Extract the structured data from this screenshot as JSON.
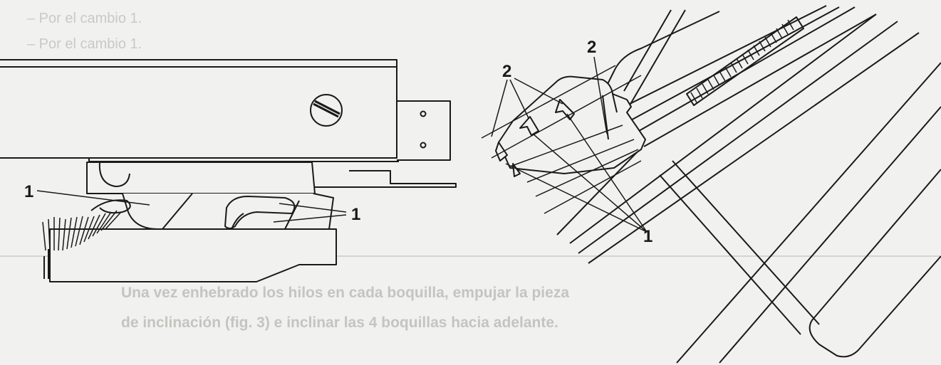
{
  "background_color": "#f1f1ef",
  "ink_color": "#1a1a1a",
  "bleed_through": {
    "top_lines": [
      "– Por el cambio 1.",
      "– Por el cambio 1."
    ],
    "paragraph_lines": [
      "Una vez enhebrado los hilos en cada boquilla, empujar la pieza",
      "de inclinación (fig. 3) e inclinar las 4 boquillas hacia adelante."
    ]
  },
  "left_figure": {
    "labels": {
      "left_1": "1",
      "right_1": "1"
    }
  },
  "right_figure": {
    "labels": {
      "top_2_left": "2",
      "top_2_right": "2",
      "bottom_1": "1"
    }
  }
}
